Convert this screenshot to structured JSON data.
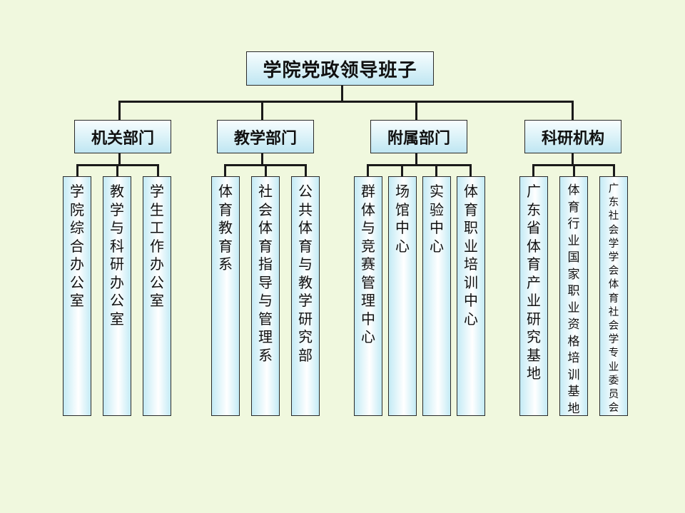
{
  "root": "学院党政领导班子",
  "departments": [
    {
      "label": "机关部门",
      "units": [
        "学院综合办公室",
        "教学与科研办公室",
        "学生工作办公室"
      ]
    },
    {
      "label": "教学部门",
      "units": [
        "体育教育系",
        "社会体育指导与管理系",
        "公共体育与教学研究部"
      ]
    },
    {
      "label": "附属部门",
      "units": [
        "群体与竞赛管理中心",
        "场馆中心",
        "实验中心",
        "体育职业培训中心"
      ]
    },
    {
      "label": "科研机构",
      "units": [
        "广东省体育产业研究基地",
        "体育行业国家职业资格培训基地",
        "广东社会学学会体育社会学专业委员会"
      ]
    }
  ]
}
